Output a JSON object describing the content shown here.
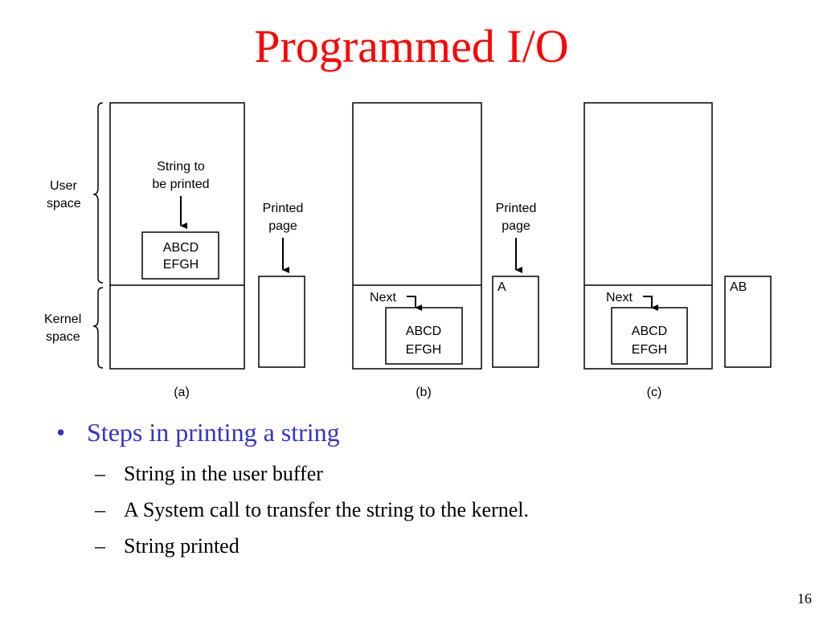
{
  "title": "Programmed I/O",
  "colors": {
    "title": "#ff0000",
    "bullet": "#3333cc",
    "text": "#000000"
  },
  "diagram": {
    "labels": {
      "user_space_1": "User",
      "user_space_2": "space",
      "kernel_space_1": "Kernel",
      "kernel_space_2": "space",
      "string_to_1": "String to",
      "string_to_2": "be printed",
      "printed_page_1": "Printed",
      "printed_page_2": "page",
      "buffer_line_1": "ABCD",
      "buffer_line_2": "EFGH",
      "next": "Next"
    },
    "panels": [
      {
        "caption": "(a)",
        "printed": ""
      },
      {
        "caption": "(b)",
        "printed": "A"
      },
      {
        "caption": "(c)",
        "printed": "AB"
      }
    ]
  },
  "bullets": {
    "main": "Steps in printing a string",
    "items": [
      "String in the user buffer",
      "A System call to transfer the string to the kernel.",
      "String printed"
    ]
  },
  "page_number": "16"
}
